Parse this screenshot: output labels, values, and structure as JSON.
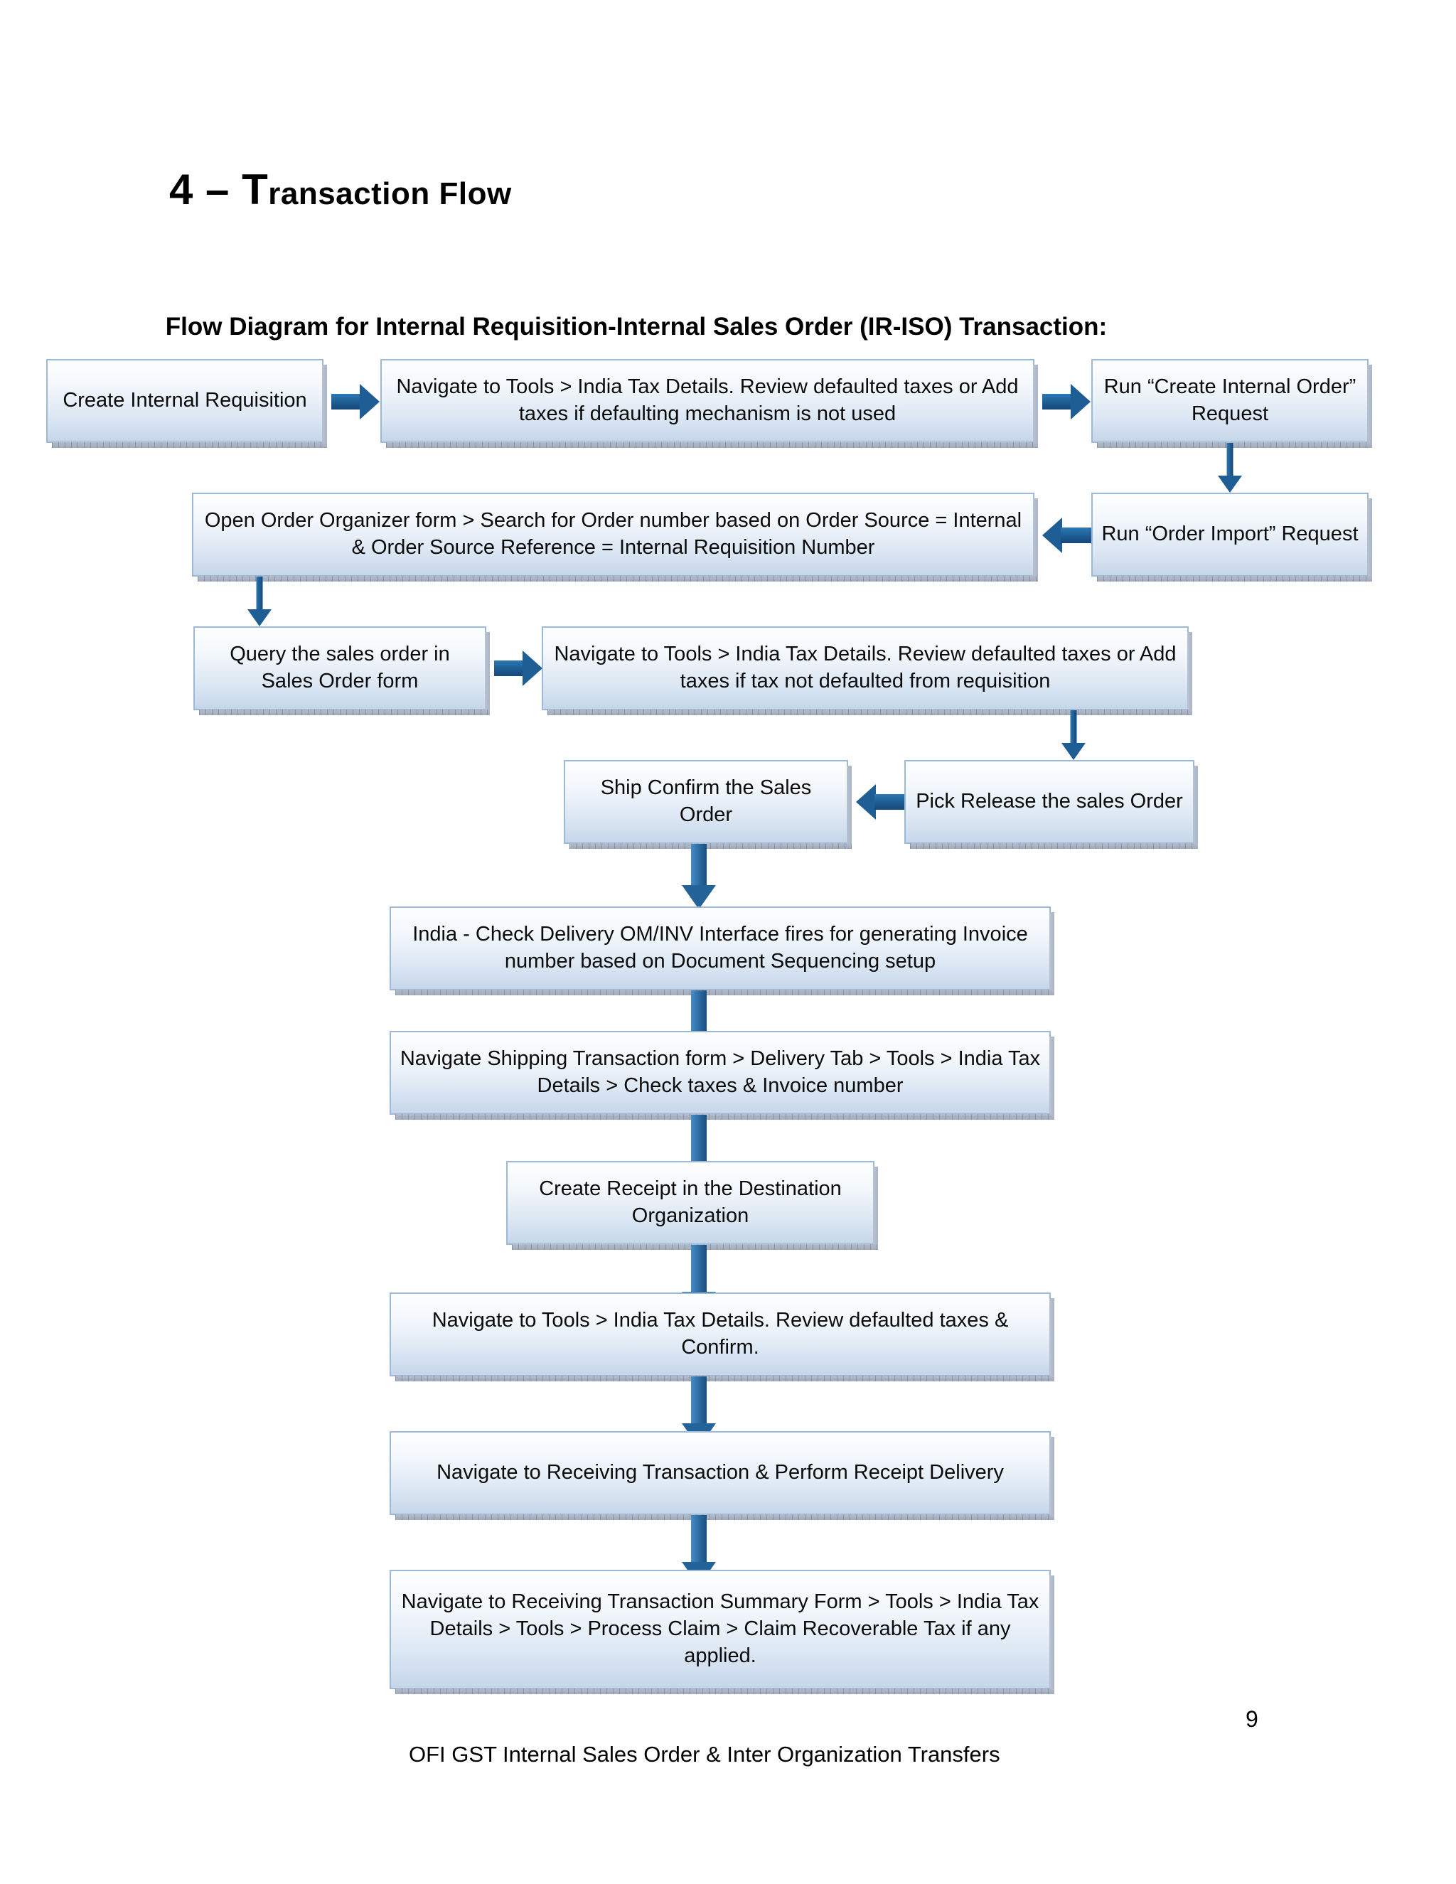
{
  "document": {
    "heading_prefix": "4 – T",
    "heading_rest": "ransaction Flow",
    "flow_title": "Flow Diagram for Internal Requisition-Internal Sales Order (IR-ISO) Transaction:",
    "footer": "OFI GST Internal Sales Order & Inter Organization Transfers",
    "page_number": "9"
  },
  "colors": {
    "box_border": "#9DB9D8",
    "box_fill_top": "#FDFEFE",
    "box_fill_bottom": "#C6D6EA",
    "arrow": "#1F5E95",
    "text": "#000000"
  },
  "flowchart": {
    "type": "flowchart",
    "direction": "top-to-bottom, serpentine",
    "nodes": [
      {
        "id": "n1",
        "label": "Create Internal Requisition"
      },
      {
        "id": "n2",
        "label": "Navigate to Tools > India Tax Details. Review defaulted taxes or Add taxes if defaulting mechanism is not used"
      },
      {
        "id": "n3",
        "label": "Run “Create Internal Order” Request"
      },
      {
        "id": "n4",
        "label": "Run “Order Import” Request"
      },
      {
        "id": "n5",
        "label": "Open Order Organizer form > Search for Order number based on Order Source = Internal & Order Source Reference = Internal Requisition Number"
      },
      {
        "id": "n6",
        "label": "Query the sales order in Sales Order form"
      },
      {
        "id": "n7",
        "label": "Navigate to Tools > India Tax Details. Review defaulted taxes or Add taxes if tax not defaulted from requisition"
      },
      {
        "id": "n8",
        "label": "Pick Release the sales Order"
      },
      {
        "id": "n9",
        "label": "Ship Confirm the Sales Order"
      },
      {
        "id": "n10",
        "label": "India - Check Delivery OM/INV Interface fires for generating Invoice number based on Document Sequencing setup"
      },
      {
        "id": "n11",
        "label": "Navigate Shipping Transaction form > Delivery Tab > Tools > India Tax Details > Check taxes & Invoice number"
      },
      {
        "id": "n12",
        "label": "Create Receipt in the Destination Organization"
      },
      {
        "id": "n13",
        "label": "Navigate to Tools > India Tax Details. Review defaulted taxes & Confirm."
      },
      {
        "id": "n14",
        "label": "Navigate to Receiving Transaction & Perform Receipt Delivery"
      },
      {
        "id": "n15",
        "label": "Navigate to Receiving Transaction Summary Form > Tools > India Tax Details > Tools > Process Claim > Claim Recoverable Tax if any applied."
      }
    ],
    "edges": [
      {
        "from": "n1",
        "to": "n2",
        "direction": "right"
      },
      {
        "from": "n2",
        "to": "n3",
        "direction": "right"
      },
      {
        "from": "n3",
        "to": "n4",
        "direction": "down"
      },
      {
        "from": "n4",
        "to": "n5",
        "direction": "left"
      },
      {
        "from": "n5",
        "to": "n6",
        "direction": "down"
      },
      {
        "from": "n6",
        "to": "n7",
        "direction": "right"
      },
      {
        "from": "n7",
        "to": "n8",
        "direction": "down"
      },
      {
        "from": "n8",
        "to": "n9",
        "direction": "left"
      },
      {
        "from": "n9",
        "to": "n10",
        "direction": "down"
      },
      {
        "from": "n10",
        "to": "n11",
        "direction": "down"
      },
      {
        "from": "n11",
        "to": "n12",
        "direction": "down"
      },
      {
        "from": "n12",
        "to": "n13",
        "direction": "down"
      },
      {
        "from": "n13",
        "to": "n14",
        "direction": "down"
      },
      {
        "from": "n14",
        "to": "n15",
        "direction": "down"
      }
    ]
  }
}
